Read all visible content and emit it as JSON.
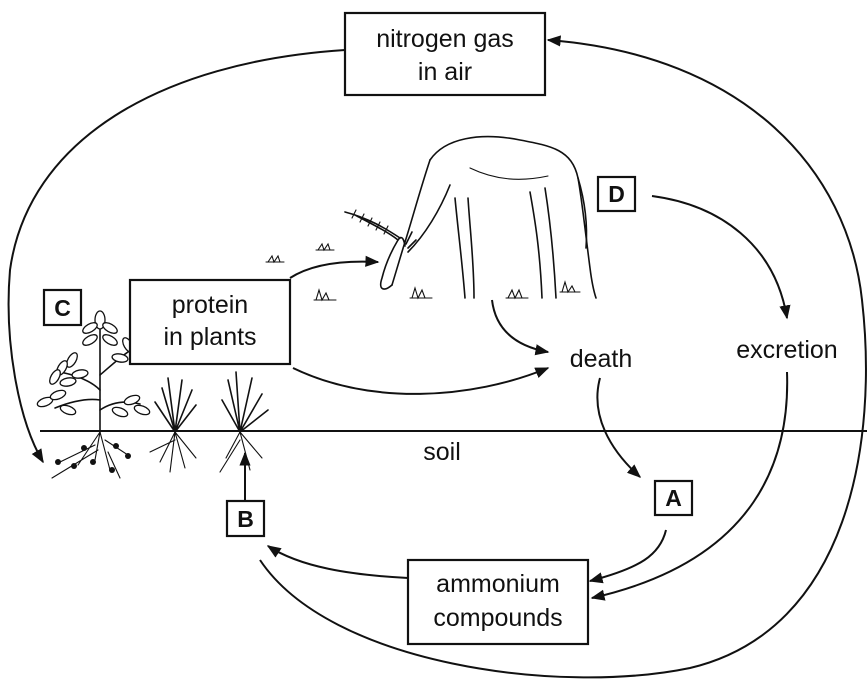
{
  "labels": {
    "nitrogen_line1": "nitrogen gas",
    "nitrogen_line2": "in air",
    "protein_line1": "protein",
    "protein_line2": "in plants",
    "ammonium_line1": "ammonium",
    "ammonium_line2": "compounds",
    "death": "death",
    "excretion": "excretion",
    "soil": "soil"
  },
  "letters": {
    "a": "A",
    "b": "B",
    "c": "C",
    "d": "D"
  }
}
